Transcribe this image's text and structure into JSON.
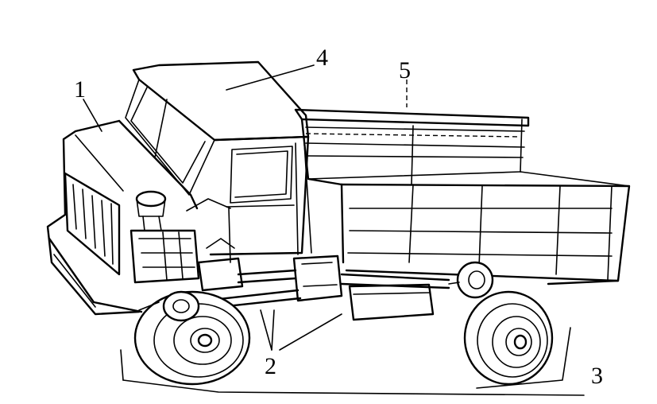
{
  "labels": {
    "cab_hood": "1",
    "transmission": "2",
    "chassis": "3",
    "cab": "4",
    "cargo_body": "5"
  },
  "colors": {
    "ink": "#000000",
    "paper": "#ffffff"
  }
}
